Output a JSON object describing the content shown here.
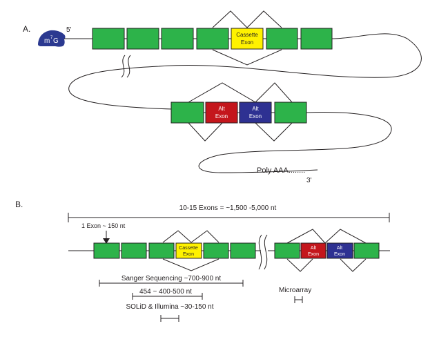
{
  "panel_a": {
    "label": "A.",
    "cap": {
      "text_m": "m",
      "text_sup": "7",
      "text_g": "G"
    },
    "five_prime": "5'",
    "three_prime": "3'",
    "cassette_exon": {
      "line1": "Cassette",
      "line2": "Exon"
    },
    "alt_exon_red": {
      "line1": "Alt",
      "line2": "Exon"
    },
    "alt_exon_blue": {
      "line1": "Alt",
      "line2": "Exon"
    },
    "poly_a": "Poly AAA........"
  },
  "panel_b": {
    "label": "B.",
    "span_label": "10-15 Exons = ~1,500 -5,000 nt",
    "one_exon_label": "1 Exon ~ 150 nt",
    "cassette_exon": {
      "line1": "Cassette",
      "line2": "Exon"
    },
    "alt_exon_red": {
      "line1": "Alt",
      "line2": "Exon"
    },
    "alt_exon_blue": {
      "line1": "Alt",
      "line2": "Exon"
    },
    "sanger_label": "Sanger Sequencing ~700-900 nt",
    "label_454": "454 ~ 400-500 nt",
    "solid_label": "SOLiD & Illumina ~30-150 nt",
    "microarray_label": "Microarray"
  },
  "colors": {
    "exon_green": "#2db34a",
    "cassette_yellow": "#fff200",
    "alt_red": "#c4161c",
    "alt_blue": "#2e3192",
    "cap_blue": "#2b3990",
    "line": "#231f20"
  }
}
